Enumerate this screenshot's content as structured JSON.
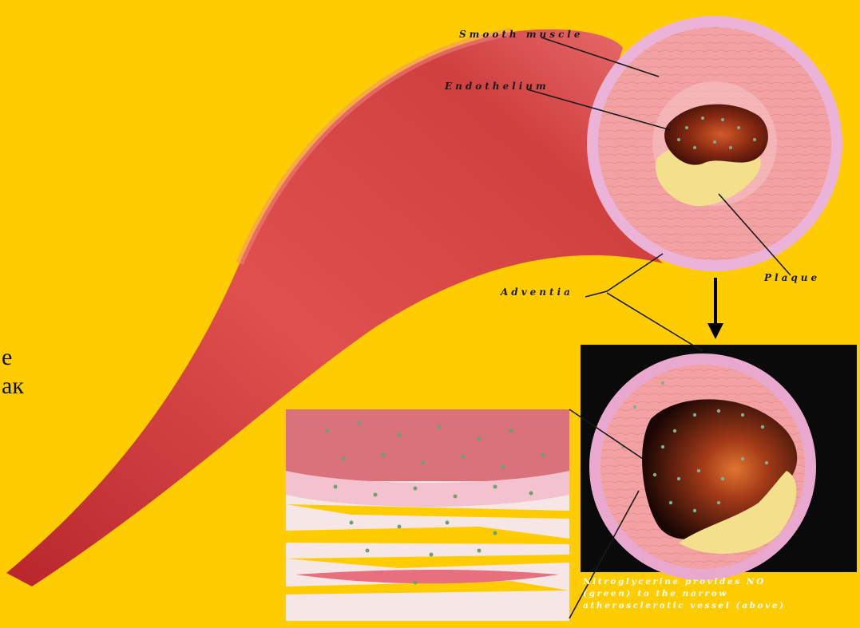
{
  "labels": {
    "smooth_muscle": "Smooth muscle",
    "endothelium": "Endothelium",
    "plaque": "Plaque",
    "adventia": "Adventia"
  },
  "caption_lines": [
    "Nitroglycerine provides NO",
    "(green) to the narrow",
    "atherosclerotic vessel (above)"
  ],
  "side_text": {
    "line1": "e",
    "line2": "ак"
  },
  "colors": {
    "background": "#FFCC00",
    "vessel": "#D9484A",
    "wall": "#F2A5A8",
    "adventitia": "#E9B0D6",
    "plaque": "#F4DF8C",
    "lumen": "#5A1A10",
    "no_dots": "#6FA070"
  }
}
